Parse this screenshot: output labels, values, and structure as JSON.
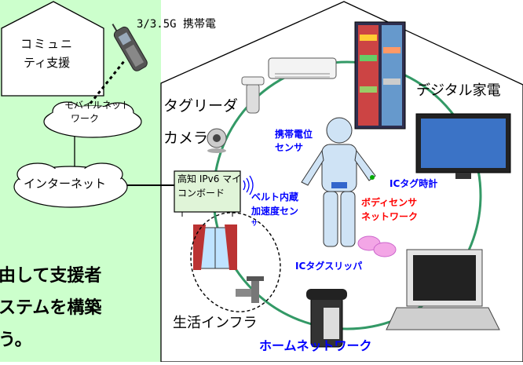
{
  "community_support": {
    "line1": "コミュニ",
    "line2": "ティ支援"
  },
  "mobile_phone_label": "3/3.5G 携帯電",
  "mobile_network": {
    "line1": "モバイルネット",
    "line2": "ワーク"
  },
  "internet": "インターネット",
  "board": {
    "line1": "高知 IPv6 マイ",
    "line2": "コンボード"
  },
  "tag_reader": "タグリーダ",
  "camera": "カメラ",
  "digital_appliances": "デジタル家電",
  "sensors": {
    "phone_position": {
      "line1": "携帯電位",
      "line2": "センサ"
    },
    "belt_accel": {
      "line1": "ベルト内蔵",
      "line2": "加速度セン",
      "line3": "サ"
    },
    "ic_tag_watch": "ICタグ時計",
    "body_sensor_net": {
      "line1": "ボディセンサ",
      "line2": "ネットワーク"
    },
    "ic_tag_slipper": "ICタグスリッパ"
  },
  "life_infra": "生活インフラ",
  "home_network": "ホームネットワーク",
  "left_text": {
    "line1": "由して支援者",
    "line2": "ステムを構築",
    "line3": "う。"
  },
  "colors": {
    "left_panel": "#ccffcc",
    "circle": "#339966",
    "blue_label": "#0000ff",
    "red_label": "#ff0000"
  }
}
